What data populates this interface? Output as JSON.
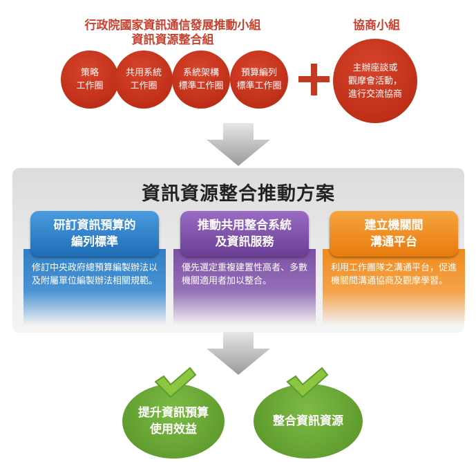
{
  "header": {
    "main_title_line1": "行政院國家資訊通信發展推動小組",
    "main_title_line2": "資訊資源整合組",
    "side_title": "協商小組"
  },
  "working_groups": [
    {
      "label": "策略\n工作圈"
    },
    {
      "label": "共用系統\n工作圈"
    },
    {
      "label": "系統架構\n標準工作圈"
    },
    {
      "label": "預算編列\n標準工作圈"
    }
  ],
  "negotiation_circle": {
    "label": "主辦座談或\n觀摩會活動，\n進行交流協商"
  },
  "plan": {
    "title": "資訊資源整合推動方案",
    "cards": [
      {
        "heading": "研訂資訊預算的\n編列標準",
        "body": "修訂中央政府總預算編製辦法以及附屬單位編製辦法相關規範。",
        "color": "#2f7fc6"
      },
      {
        "heading": "推動共用整合系統\n及資訊服務",
        "body": "優先選定重複建置性高者、多數機關適用者加以整合。",
        "color": "#7b4fa3"
      },
      {
        "heading": "建立機關間\n溝通平台",
        "body": "利用工作團隊之溝通平台，促進機關間溝通協商及觀摩學習。",
        "color": "#f08a1c"
      }
    ]
  },
  "outcomes": [
    {
      "label": "提升資訊預算\n使用效益"
    },
    {
      "label": "整合資訊資源"
    }
  ],
  "colors": {
    "red": "#c8412f",
    "blue": "#2f7fc6",
    "purple": "#7b4fa3",
    "orange": "#f08a1c",
    "green": "#5f9c2e"
  }
}
